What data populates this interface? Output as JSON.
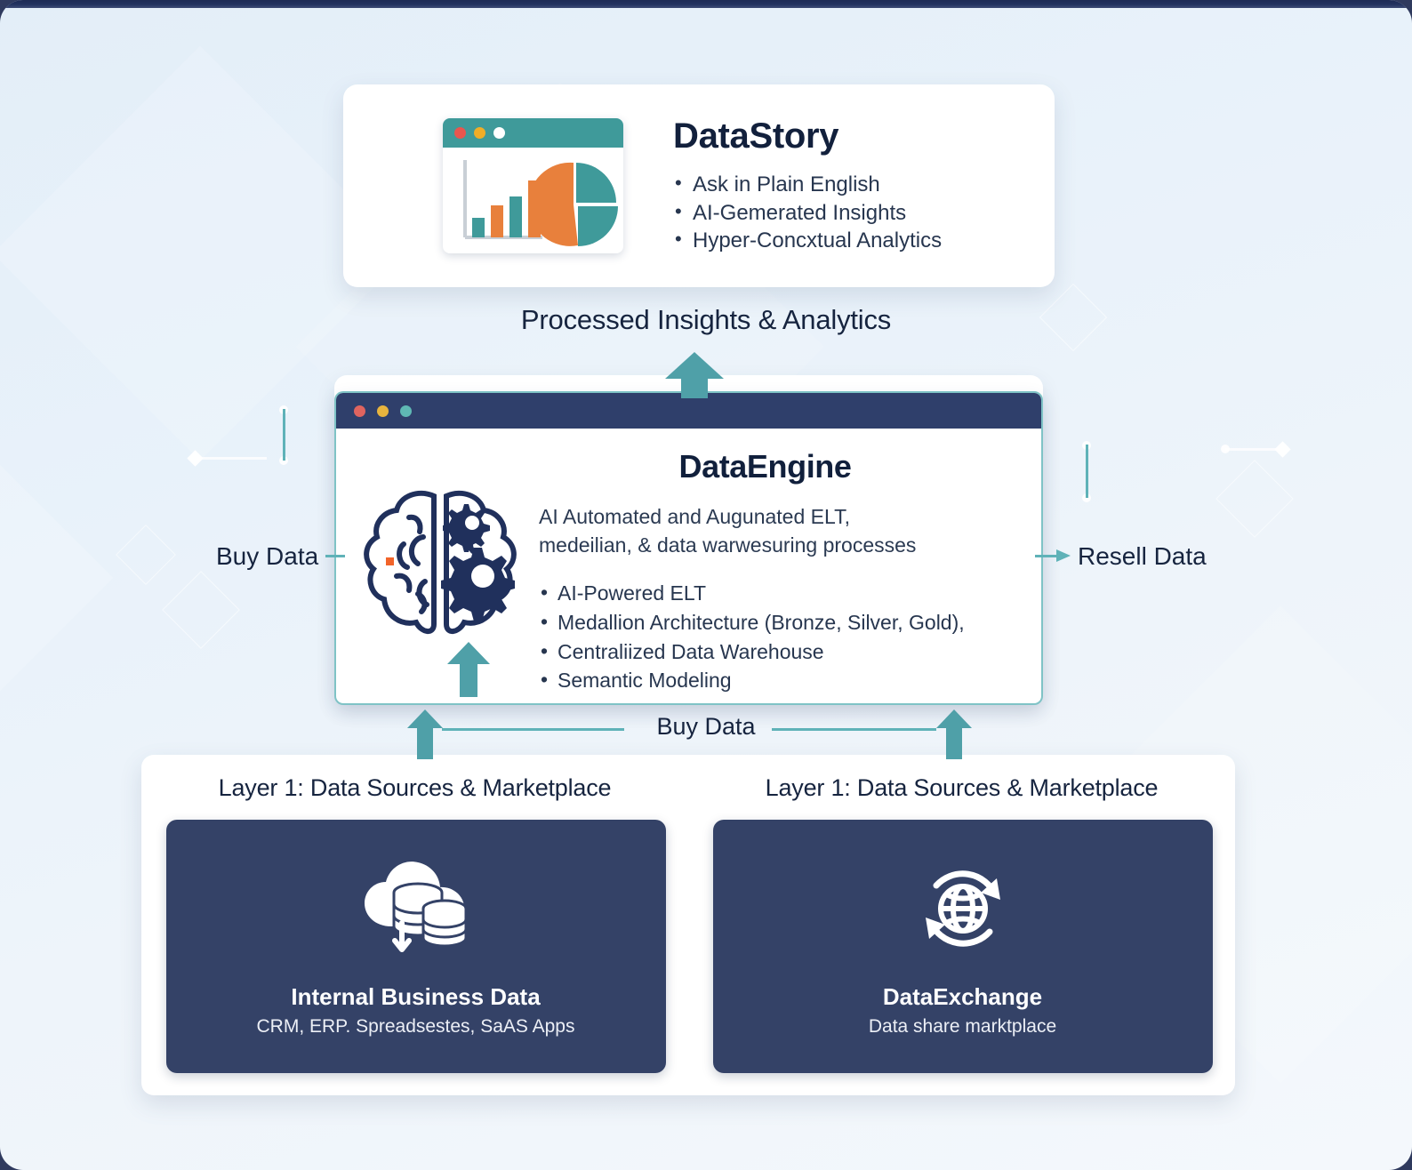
{
  "datastory": {
    "title": "DataStory",
    "bullets": [
      "Ask in Plain English",
      "AI-Gemerated Insights",
      "Hyper-Concxtual Analytics"
    ],
    "icon": "analytics-window-icon",
    "dots": [
      "#e8564f",
      "#f0ad28",
      "#ffffff"
    ],
    "titlebar_color": "#3f9a9a",
    "bar_values": [
      22,
      44,
      60,
      88
    ],
    "bar_colors": [
      "#3f9a9a",
      "#e8803c",
      "#3f9a9a",
      "#e8803c"
    ]
  },
  "flow": {
    "processed_label": "Processed Insights & Analytics",
    "buy_left_label": "Buy Data",
    "resell_right_label": "Resell Data",
    "buy_bottom_label": "Buy Data",
    "accent_color": "#5fb2b8"
  },
  "dataengine": {
    "title": "DataEngine",
    "subtitle": "AI Automated and Augunated ELT,\nmedeilian, & data warwesuring processes",
    "bullets": [
      "AI-Powered ELT",
      "Medallion Architecture (Bronze, Silver, Gold),",
      "Centraliized Data Warehouse",
      "Semantic Modeling"
    ],
    "icon": "brain-gears-icon",
    "dots": [
      "#e0645f",
      "#e8b43e",
      "#5fb8b4"
    ],
    "titlebar_color": "#2f3f6b"
  },
  "layer1": {
    "left": {
      "heading": "Layer 1: Data Sources & Marketplace",
      "card_title": "Internal Business Data",
      "card_sub": "CRM, ERP. Spreadsestes, SaAS Apps",
      "icon": "cloud-database-download-icon"
    },
    "right": {
      "heading": "Layer 1: Data Sources & Marketplace",
      "card_title": "DataExchange",
      "card_sub": "Data share marktplace",
      "icon": "globe-refresh-icon"
    },
    "card_color": "#344267"
  }
}
